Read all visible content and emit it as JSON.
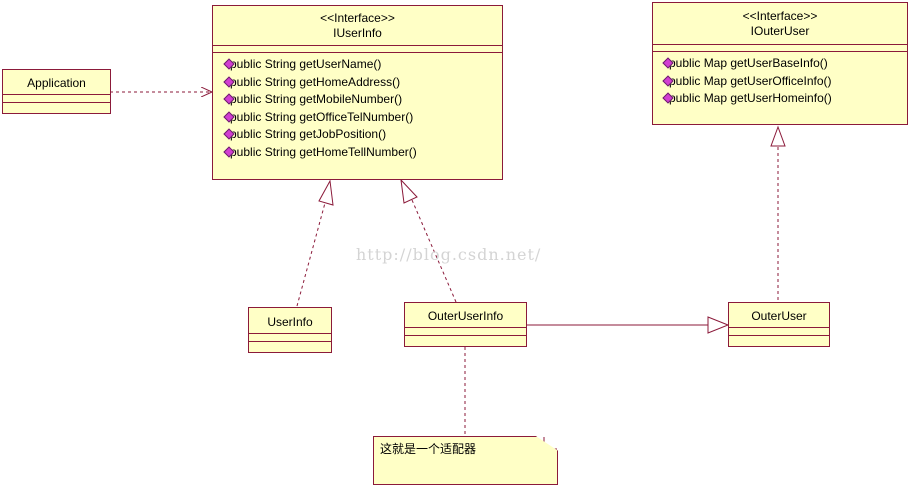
{
  "colors": {
    "fill": "#ffffc6",
    "border": "#8b1a3a",
    "method_icon": "#d23ed2"
  },
  "classes": {
    "application": {
      "name": "Application"
    },
    "iuserinfo": {
      "stereotype": "<<Interface>>",
      "name": "IUserInfo",
      "operations": [
        "public String getUserName()",
        "public String getHomeAddress()",
        "public String getMobileNumber()",
        "public String getOfficeTelNumber()",
        "public String getJobPosition()",
        "public String getHomeTellNumber()"
      ]
    },
    "iouteruser": {
      "stereotype": "<<Interface>>",
      "name": "IOuterUser",
      "operations": [
        "public Map getUserBaseInfo()",
        "public Map getUserOfficeInfo()",
        "public Map getUserHomeinfo()"
      ]
    },
    "userinfo": {
      "name": "UserInfo"
    },
    "outeruserinfo": {
      "name": "OuterUserInfo"
    },
    "outeruser": {
      "name": "OuterUser"
    }
  },
  "note": {
    "text": "这就是一个适配器"
  },
  "watermark": {
    "text": "http://blog.csdn.net/"
  }
}
